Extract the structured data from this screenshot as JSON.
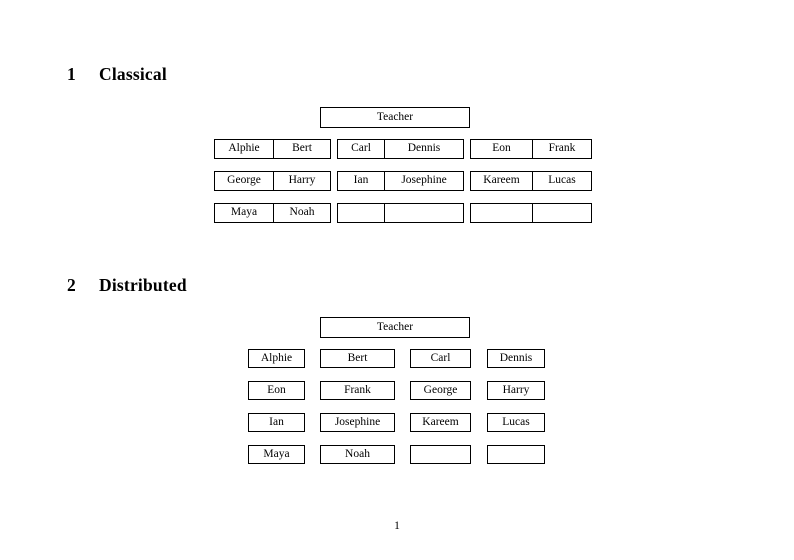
{
  "document": {
    "page_number": "1"
  },
  "sections": [
    {
      "number": "1",
      "title": "Classical",
      "teacher_label": "Teacher",
      "groups": [
        {
          "name": "group-left",
          "rows": [
            [
              "Alphie",
              "Bert"
            ],
            [
              "George",
              "Harry"
            ],
            [
              "Maya",
              "Noah"
            ]
          ]
        },
        {
          "name": "group-middle",
          "rows": [
            [
              "Carl",
              "Dennis"
            ],
            [
              "Ian",
              "Josephine"
            ],
            [
              "",
              ""
            ]
          ]
        },
        {
          "name": "group-right",
          "rows": [
            [
              "Eon",
              "Frank"
            ],
            [
              "Kareem",
              "Lucas"
            ],
            [
              "",
              ""
            ]
          ]
        }
      ]
    },
    {
      "number": "2",
      "title": "Distributed",
      "teacher_label": "Teacher",
      "grid": [
        [
          "Alphie",
          "Bert",
          "Carl",
          "Dennis"
        ],
        [
          "Eon",
          "Frank",
          "George",
          "Harry"
        ],
        [
          "Ian",
          "Josephine",
          "Kareem",
          "Lucas"
        ],
        [
          "Maya",
          "Noah",
          "",
          ""
        ]
      ]
    }
  ]
}
